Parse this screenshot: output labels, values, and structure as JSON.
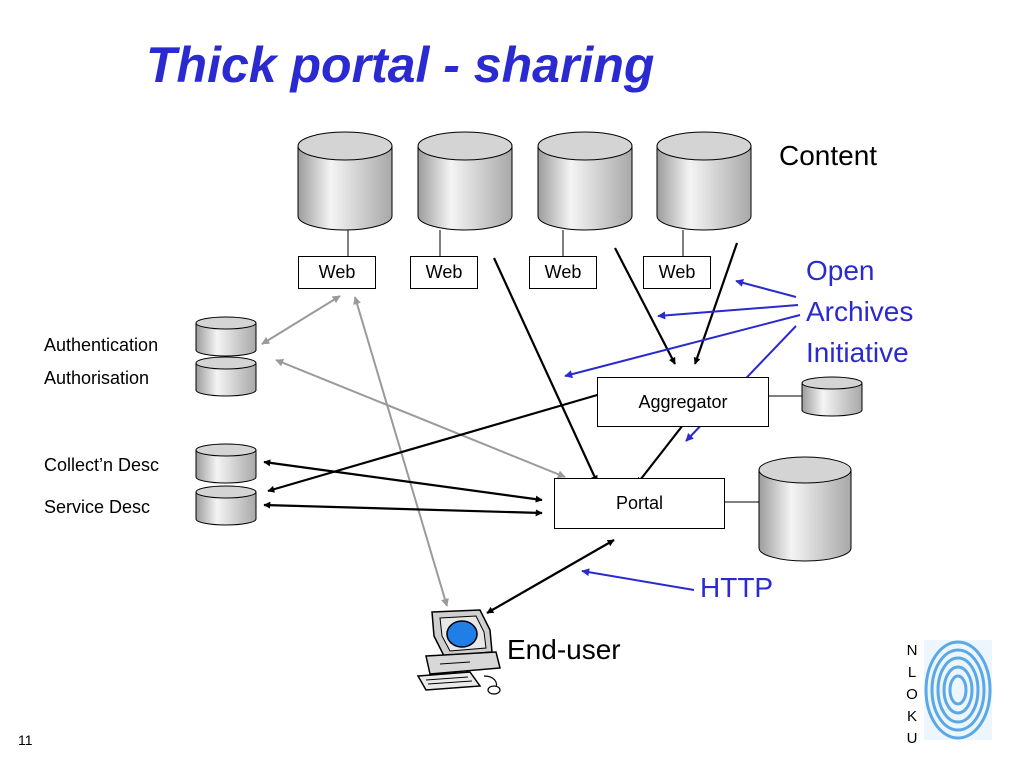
{
  "title": "Thick portal - sharing",
  "labels": {
    "content": "Content",
    "web": [
      "Web",
      "Web",
      "Web",
      "Web"
    ],
    "authentication": "Authentication",
    "authorisation": "Authorisation",
    "collection_desc": "Collect’n Desc",
    "service_desc": "Service Desc",
    "aggregator": "Aggregator",
    "portal": "Portal",
    "open_archives": [
      "Open",
      "Archives",
      "Initiative"
    ],
    "http": "HTTP",
    "end_user": "End-user"
  },
  "logo": {
    "letters": [
      "N",
      "L",
      "O",
      "K",
      "U"
    ]
  },
  "page_number": "11",
  "colors": {
    "title": "#2a2ad0",
    "annotation": "#2a2ad0",
    "grey_arrow": "#9a9a9a",
    "black_arrow": "#000000",
    "logo": "#5aa8e6"
  }
}
